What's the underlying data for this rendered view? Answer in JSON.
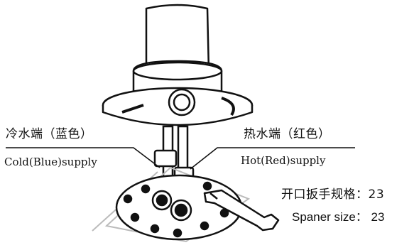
{
  "colors": {
    "line": "#111111",
    "background": "#ffffff",
    "light_line": "#bbbbbb"
  },
  "labels": {
    "cold_cn": "冷水端（蓝色）",
    "cold_en": "Cold(Blue)supply",
    "hot_cn": "热水端（红色）",
    "hot_en": "Hot(Red)supply",
    "spanner_cn": "开口扳手规格：23",
    "spanner_en": "Spaner size： 23"
  }
}
